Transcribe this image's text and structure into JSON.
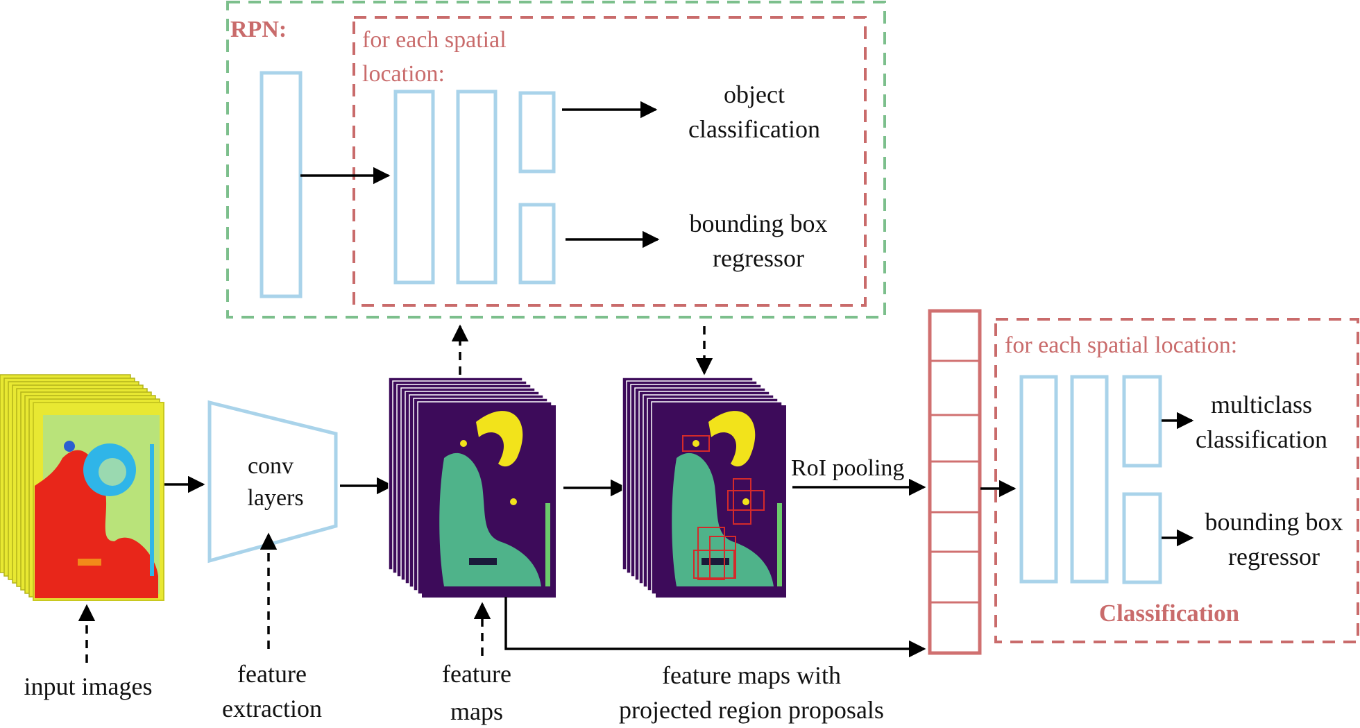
{
  "colors": {
    "rpn_border": "#7cbf8c",
    "red_dashed": "#c96b6b",
    "layer_blue": "#a9d3ea",
    "pool_red": "#d07070",
    "arrow": "#000000",
    "feature_bg": "#3d0b5a",
    "feature_fg": "#4fb38a",
    "feature_bright": "#f2e31b",
    "input_bg": "#e8e832",
    "input_red": "#e8261a",
    "input_cyan": "#2fb5e8",
    "proposal_box": "#d42a2a"
  },
  "rpn": {
    "title": "RPN:",
    "spatial_label_line1": "for each spatial",
    "spatial_label_line2": "location:",
    "object_line1": "object",
    "object_line2": "classification",
    "bbox_line1": "bounding box",
    "bbox_line2": "regressor"
  },
  "pipeline": {
    "conv_line1": "conv",
    "conv_line2": "layers",
    "roi_pooling": "RoI pooling",
    "input_images": "input images",
    "feature_extraction_line1": "feature",
    "feature_extraction_line2": "extraction",
    "feature_maps_line1": "feature",
    "feature_maps_line2": "maps",
    "projected_line1": "feature maps with",
    "projected_line2": "projected region proposals"
  },
  "classification": {
    "spatial_label": "for each spatial location:",
    "multiclass_line1": "multiclass",
    "multiclass_line2": "classification",
    "bbox_line1": "bounding box",
    "bbox_line2": "regressor",
    "title": "Classification"
  },
  "icons": {
    "input_stack": "segmentation-image-stack",
    "feature_stack": "feature-map-stack",
    "proposal_stack": "feature-map-with-proposals-stack"
  }
}
